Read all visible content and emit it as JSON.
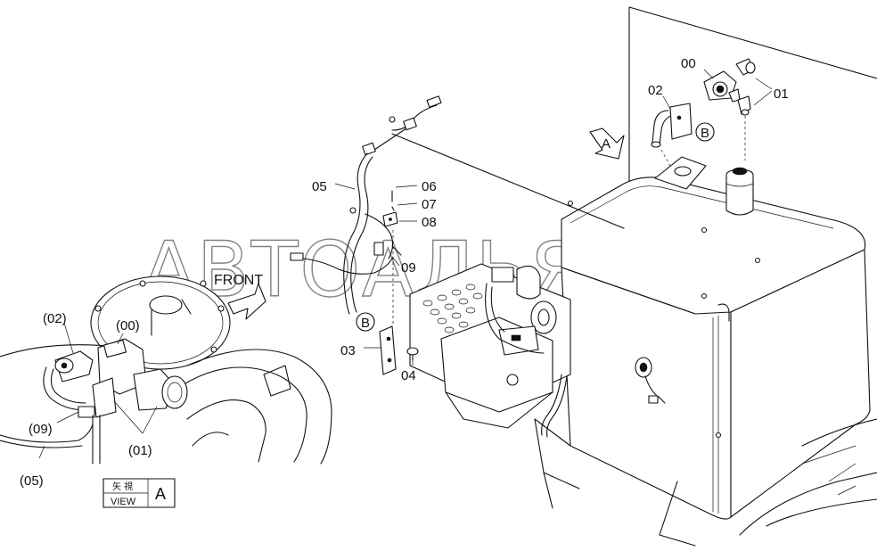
{
  "watermark": "АВТОАЛЬЯНС",
  "front_label": "FRONT",
  "view_box": {
    "jp": "矢 視",
    "en": "VIEW",
    "letter": "A"
  },
  "view_marker": "A",
  "callouts_main": {
    "c00": "00",
    "c01": "01",
    "c02": "02",
    "c03": "03",
    "c04": "04",
    "c05": "05",
    "c06": "06",
    "c07": "07",
    "c08": "08",
    "c09": "09",
    "cB1": "B",
    "cB2": "B"
  },
  "callouts_detail": {
    "d02": "(02)",
    "d00": "(00)",
    "d09": "(09)",
    "d01": "(01)",
    "d05": "(05)"
  }
}
